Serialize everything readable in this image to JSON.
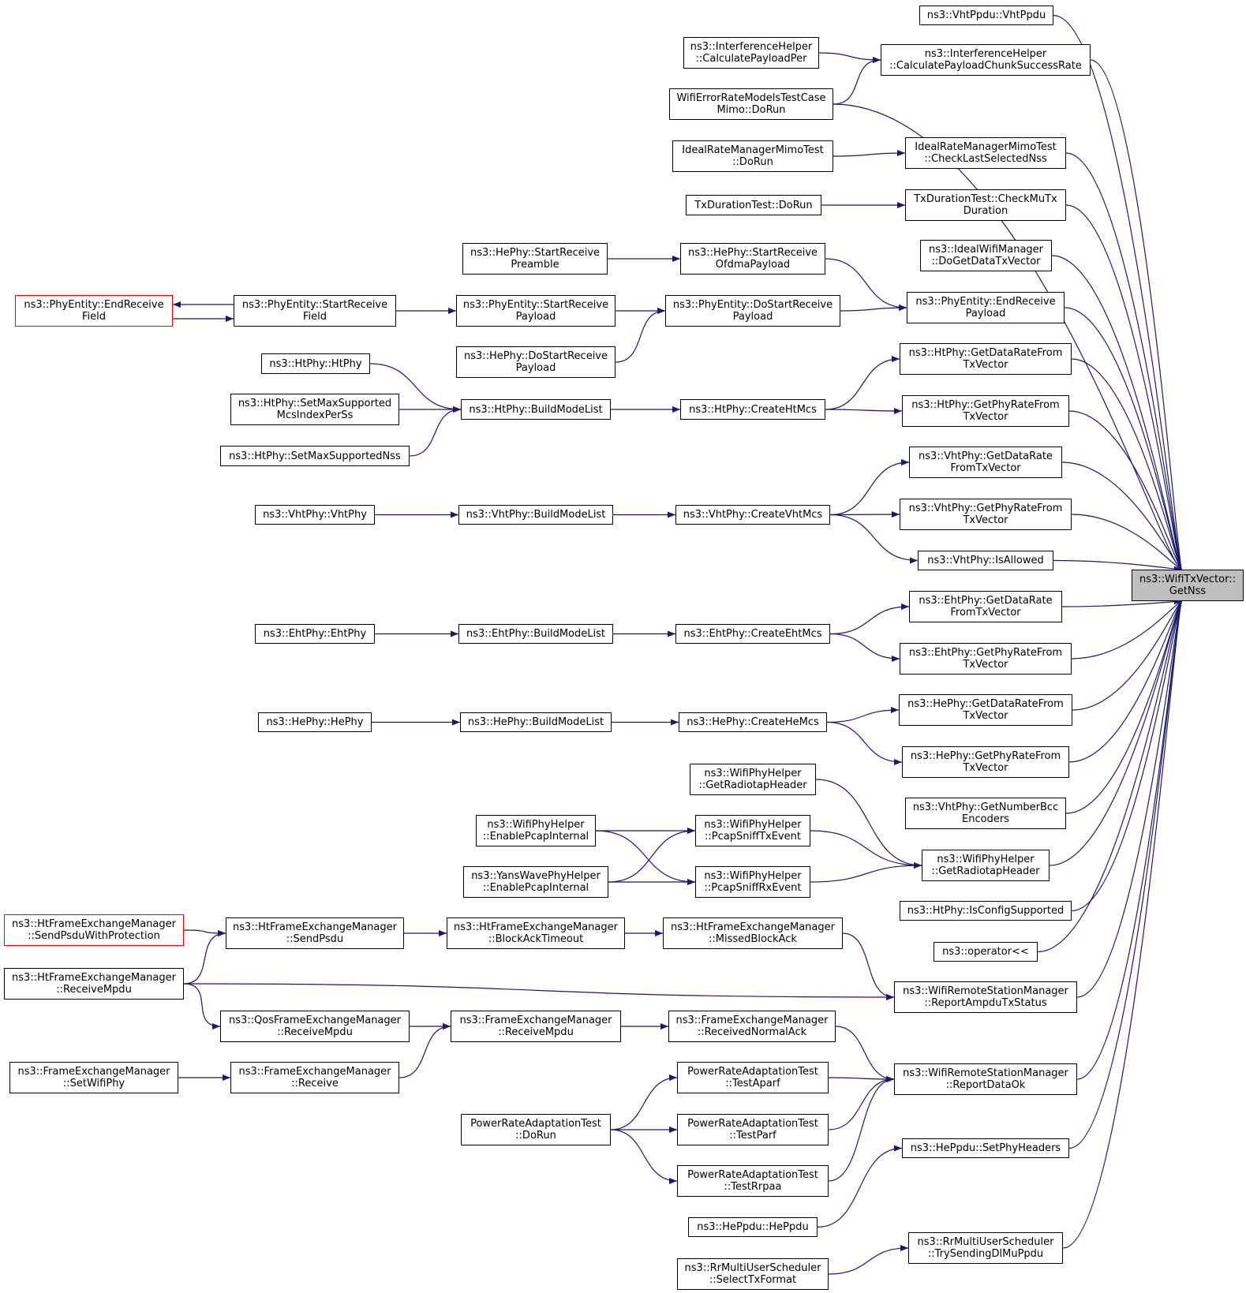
{
  "colors": {
    "edge": "#191970",
    "node_border": "#000000",
    "highlight_border": "#ff0000",
    "target_fill": "#bfbfbf"
  },
  "nodes": {
    "n_target": [
      "ns3::WifiTxVector::",
      "GetNss"
    ],
    "n_vhtppdu": [
      "ns3::VhtPpdu::VhtPpdu"
    ],
    "n_ih_cpcsr": [
      "ns3::InterferenceHelper",
      "::CalculatePayloadChunkSuccessRate"
    ],
    "n_ih_cpp": [
      "ns3::InterferenceHelper",
      "::CalculatePayloadPer"
    ],
    "n_werm": [
      "WifiErrorRateModelsTestCase",
      "Mimo::DoRun"
    ],
    "n_irm_cls": [
      "IdealRateManagerMimoTest",
      "::CheckLastSelectedNss"
    ],
    "n_irm_dorun": [
      "IdealRateManagerMimoTest",
      "::DoRun"
    ],
    "n_txd_check": [
      "TxDurationTest::CheckMuTx",
      "Duration"
    ],
    "n_txd_dorun": [
      "TxDurationTest::DoRun"
    ],
    "n_iwm": [
      "ns3::IdealWifiManager",
      "::DoGetDataTxVector"
    ],
    "n_pe_erp": [
      "ns3::PhyEntity::EndReceive",
      "Payload"
    ],
    "n_he_srop": [
      "ns3::HePhy::StartReceive",
      "OfdmaPayload"
    ],
    "n_he_srp": [
      "ns3::HePhy::StartReceive",
      "Preamble"
    ],
    "n_pe_dsrp": [
      "ns3::PhyEntity::DoStartReceive",
      "Payload"
    ],
    "n_pe_srp": [
      "ns3::PhyEntity::StartReceive",
      "Payload"
    ],
    "n_pe_srf": [
      "ns3::PhyEntity::StartReceive",
      "Field"
    ],
    "n_pe_erf": [
      "ns3::PhyEntity::EndReceive",
      "Field"
    ],
    "n_he_dsrp": [
      "ns3::HePhy::DoStartReceive",
      "Payload"
    ],
    "n_ht_gdr": [
      "ns3::HtPhy::GetDataRateFrom",
      "TxVector"
    ],
    "n_ht_gpr": [
      "ns3::HtPhy::GetPhyRateFrom",
      "TxVector"
    ],
    "n_ht_chm": [
      "ns3::HtPhy::CreateHtMcs"
    ],
    "n_ht_bml": [
      "ns3::HtPhy::BuildModeList"
    ],
    "n_ht_htphy": [
      "ns3::HtPhy::HtPhy"
    ],
    "n_ht_smsm": [
      "ns3::HtPhy::SetMaxSupported",
      "McsIndexPerSs"
    ],
    "n_ht_smsn": [
      "ns3::HtPhy::SetMaxSupportedNss"
    ],
    "n_vht_gdr": [
      "ns3::VhtPhy::GetDataRate",
      "FromTxVector"
    ],
    "n_vht_gpr": [
      "ns3::VhtPhy::GetPhyRateFrom",
      "TxVector"
    ],
    "n_vht_ia": [
      "ns3::VhtPhy::IsAllowed"
    ],
    "n_vht_cvm": [
      "ns3::VhtPhy::CreateVhtMcs"
    ],
    "n_vht_bml": [
      "ns3::VhtPhy::BuildModeList"
    ],
    "n_vht_vhtphy": [
      "ns3::VhtPhy::VhtPhy"
    ],
    "n_eht_gdr": [
      "ns3::EhtPhy::GetDataRate",
      "FromTxVector"
    ],
    "n_eht_gpr": [
      "ns3::EhtPhy::GetPhyRateFrom",
      "TxVector"
    ],
    "n_eht_cem": [
      "ns3::EhtPhy::CreateEhtMcs"
    ],
    "n_eht_bml": [
      "ns3::EhtPhy::BuildModeList"
    ],
    "n_eht_ehtphy": [
      "ns3::EhtPhy::EhtPhy"
    ],
    "n_he_gdr": [
      "ns3::HePhy::GetDataRateFrom",
      "TxVector"
    ],
    "n_he_gpr": [
      "ns3::HePhy::GetPhyRateFrom",
      "TxVector"
    ],
    "n_he_chm": [
      "ns3::HePhy::CreateHeMcs"
    ],
    "n_he_bml": [
      "ns3::HePhy::BuildModeList"
    ],
    "n_he_hephy": [
      "ns3::HePhy::HePhy"
    ],
    "n_vht_gnbe": [
      "ns3::VhtPhy::GetNumberBcc",
      "Encoders"
    ],
    "n_wph_grh1": [
      "ns3::WifiPhyHelper",
      "::GetRadiotapHeader"
    ],
    "n_wph_grh2": [
      "ns3::WifiPhyHelper",
      "::GetRadiotapHeader"
    ],
    "n_wph_pstx": [
      "ns3::WifiPhyHelper",
      "::PcapSniffTxEvent"
    ],
    "n_wph_psrx": [
      "ns3::WifiPhyHelper",
      "::PcapSniffRxEvent"
    ],
    "n_wph_epi": [
      "ns3::WifiPhyHelper",
      "::EnablePcapInternal"
    ],
    "n_ywph_epi": [
      "ns3::YansWavePhyHelper",
      "::EnablePcapInternal"
    ],
    "n_ht_ics": [
      "ns3::HtPhy::IsConfigSupported"
    ],
    "n_op": [
      "ns3::operator<<"
    ],
    "n_wrsm_ratx": [
      "ns3::WifiRemoteStationManager",
      "::ReportAmpduTxStatus"
    ],
    "n_hfem_mba": [
      "ns3::HtFrameExchangeManager",
      "::MissedBlockAck"
    ],
    "n_hfem_bat": [
      "ns3::HtFrameExchangeManager",
      "::BlockAckTimeout"
    ],
    "n_hfem_sp": [
      "ns3::HtFrameExchangeManager",
      "::SendPsdu"
    ],
    "n_hfem_spwp": [
      "ns3::HtFrameExchangeManager",
      "::SendPsduWithProtection"
    ],
    "n_hfem_rm": [
      "ns3::HtFrameExchangeManager",
      "::ReceiveMpdu"
    ],
    "n_wrsm_rdo": [
      "ns3::WifiRemoteStationManager",
      "::ReportDataOk"
    ],
    "n_fem_rna": [
      "ns3::FrameExchangeManager",
      "::ReceivedNormalAck"
    ],
    "n_fem_rm": [
      "ns3::FrameExchangeManager",
      "::ReceiveMpdu"
    ],
    "n_qfem_rm": [
      "ns3::QosFrameExchangeManager",
      "::ReceiveMpdu"
    ],
    "n_fem_r": [
      "ns3::FrameExchangeManager",
      "::Receive"
    ],
    "n_fem_swp": [
      "ns3::FrameExchangeManager",
      "::SetWifiPhy"
    ],
    "n_prat_aparf": [
      "PowerRateAdaptationTest",
      "::TestAparf"
    ],
    "n_prat_parf": [
      "PowerRateAdaptationTest",
      "::TestParf"
    ],
    "n_prat_rrpaa": [
      "PowerRateAdaptationTest",
      "::TestRrpaa"
    ],
    "n_prat_dorun": [
      "PowerRateAdaptationTest",
      "::DoRun"
    ],
    "n_heppdu_sph": [
      "ns3::HePpdu::SetPhyHeaders"
    ],
    "n_heppdu": [
      "ns3::HePpdu::HePpdu"
    ],
    "n_rrmu_tsdm": [
      "ns3::RrMultiUserScheduler",
      "::TrySendingDlMuPpdu"
    ],
    "n_rrmu_stf": [
      "ns3::RrMultiUserScheduler",
      "::SelectTxFormat"
    ]
  },
  "edges": [
    [
      "n_vhtppdu",
      "n_target"
    ],
    [
      "n_ih_cpcsr",
      "n_target"
    ],
    [
      "n_werm",
      "n_target"
    ],
    [
      "n_irm_cls",
      "n_target"
    ],
    [
      "n_txd_check",
      "n_target"
    ],
    [
      "n_iwm",
      "n_target"
    ],
    [
      "n_pe_erp",
      "n_target"
    ],
    [
      "n_ht_gdr",
      "n_target"
    ],
    [
      "n_ht_gpr",
      "n_target"
    ],
    [
      "n_vht_gdr",
      "n_target"
    ],
    [
      "n_vht_gpr",
      "n_target"
    ],
    [
      "n_vht_ia",
      "n_target"
    ],
    [
      "n_eht_gdr",
      "n_target"
    ],
    [
      "n_eht_gpr",
      "n_target"
    ],
    [
      "n_he_gdr",
      "n_target"
    ],
    [
      "n_he_gpr",
      "n_target"
    ],
    [
      "n_vht_gnbe",
      "n_target"
    ],
    [
      "n_wph_grh2",
      "n_target"
    ],
    [
      "n_ht_ics",
      "n_target"
    ],
    [
      "n_op",
      "n_target"
    ],
    [
      "n_wrsm_ratx",
      "n_target"
    ],
    [
      "n_wrsm_rdo",
      "n_target"
    ],
    [
      "n_heppdu_sph",
      "n_target"
    ],
    [
      "n_rrmu_tsdm",
      "n_target"
    ],
    [
      "n_ih_cpp",
      "n_ih_cpcsr"
    ],
    [
      "n_werm",
      "n_ih_cpcsr"
    ],
    [
      "n_irm_dorun",
      "n_irm_cls"
    ],
    [
      "n_txd_dorun",
      "n_txd_check"
    ],
    [
      "n_he_srop",
      "n_pe_erp"
    ],
    [
      "n_pe_dsrp",
      "n_pe_erp"
    ],
    [
      "n_he_srp",
      "n_he_srop"
    ],
    [
      "n_pe_srp",
      "n_pe_dsrp"
    ],
    [
      "n_he_dsrp",
      "n_pe_dsrp"
    ],
    [
      "n_pe_srf",
      "n_pe_srp"
    ],
    [
      "n_pe_erf",
      "n_pe_srf"
    ],
    [
      "n_pe_srf",
      "n_pe_erf"
    ],
    [
      "n_ht_chm",
      "n_ht_gdr"
    ],
    [
      "n_ht_chm",
      "n_ht_gpr"
    ],
    [
      "n_ht_bml",
      "n_ht_chm"
    ],
    [
      "n_ht_htphy",
      "n_ht_bml"
    ],
    [
      "n_ht_smsm",
      "n_ht_bml"
    ],
    [
      "n_ht_smsn",
      "n_ht_bml"
    ],
    [
      "n_vht_cvm",
      "n_vht_gdr"
    ],
    [
      "n_vht_cvm",
      "n_vht_gpr"
    ],
    [
      "n_vht_cvm",
      "n_vht_ia"
    ],
    [
      "n_vht_bml",
      "n_vht_cvm"
    ],
    [
      "n_vht_vhtphy",
      "n_vht_bml"
    ],
    [
      "n_eht_cem",
      "n_eht_gdr"
    ],
    [
      "n_eht_cem",
      "n_eht_gpr"
    ],
    [
      "n_eht_bml",
      "n_eht_cem"
    ],
    [
      "n_eht_ehtphy",
      "n_eht_bml"
    ],
    [
      "n_he_chm",
      "n_he_gdr"
    ],
    [
      "n_he_chm",
      "n_he_gpr"
    ],
    [
      "n_he_bml",
      "n_he_chm"
    ],
    [
      "n_he_hephy",
      "n_he_bml"
    ],
    [
      "n_wph_grh1",
      "n_wph_grh2"
    ],
    [
      "n_wph_pstx",
      "n_wph_grh2"
    ],
    [
      "n_wph_psrx",
      "n_wph_grh2"
    ],
    [
      "n_wph_epi",
      "n_wph_pstx"
    ],
    [
      "n_ywph_epi",
      "n_wph_pstx"
    ],
    [
      "n_wph_epi",
      "n_wph_psrx"
    ],
    [
      "n_ywph_epi",
      "n_wph_psrx"
    ],
    [
      "n_hfem_mba",
      "n_wrsm_ratx"
    ],
    [
      "n_hfem_rm",
      "n_wrsm_ratx"
    ],
    [
      "n_hfem_bat",
      "n_hfem_mba"
    ],
    [
      "n_hfem_sp",
      "n_hfem_bat"
    ],
    [
      "n_hfem_spwp",
      "n_hfem_sp"
    ],
    [
      "n_hfem_rm",
      "n_hfem_sp"
    ],
    [
      "n_fem_rna",
      "n_wrsm_rdo"
    ],
    [
      "n_prat_aparf",
      "n_wrsm_rdo"
    ],
    [
      "n_prat_parf",
      "n_wrsm_rdo"
    ],
    [
      "n_prat_rrpaa",
      "n_wrsm_rdo"
    ],
    [
      "n_fem_rm",
      "n_fem_rna"
    ],
    [
      "n_qfem_rm",
      "n_fem_rm"
    ],
    [
      "n_fem_r",
      "n_fem_rm"
    ],
    [
      "n_hfem_rm",
      "n_qfem_rm"
    ],
    [
      "n_fem_swp",
      "n_fem_r"
    ],
    [
      "n_prat_dorun",
      "n_prat_aparf"
    ],
    [
      "n_prat_dorun",
      "n_prat_parf"
    ],
    [
      "n_prat_dorun",
      "n_prat_rrpaa"
    ],
    [
      "n_heppdu",
      "n_heppdu_sph"
    ],
    [
      "n_rrmu_stf",
      "n_rrmu_tsdm"
    ]
  ]
}
